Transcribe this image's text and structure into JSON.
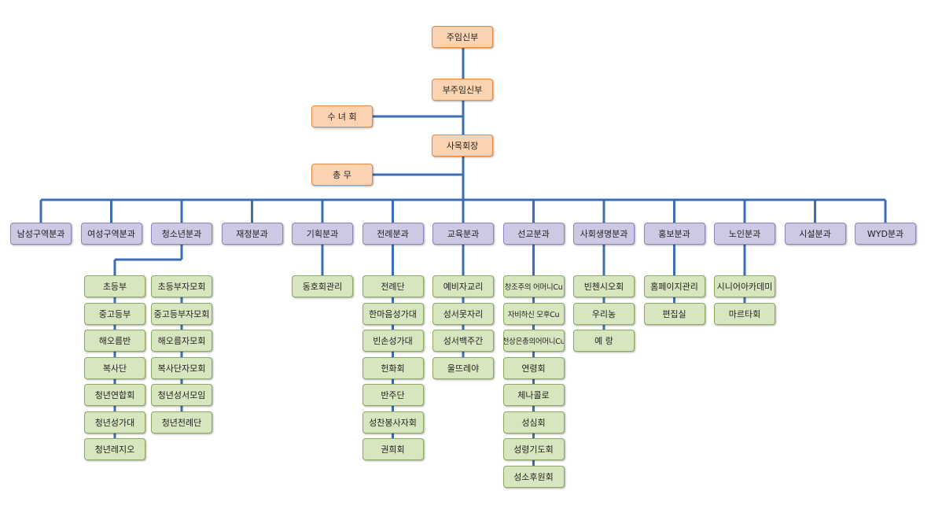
{
  "colors": {
    "line": "#3b6eb4",
    "leadership_fill": "#fbd3b0",
    "department_fill": "#cdc8e3",
    "group_fill": "#d8e6c0"
  },
  "leadership": {
    "pastor": "주임신부",
    "assistant_pastor": "부주임신부",
    "sisters": "수 녀 회",
    "council_president": "사목회장",
    "general_affairs": "총  무"
  },
  "departments": [
    {
      "name": "남성구역분과",
      "groups": []
    },
    {
      "name": "여성구역분과",
      "groups": []
    },
    {
      "name": "청소년분과",
      "groups": [
        "초등부",
        "중고등부",
        "해오름반",
        "복사단",
        "청년연합회",
        "청년성가대",
        "청년레지오"
      ],
      "groups2": [
        "초등부자모회",
        "중고등부자모회",
        "해오름자모회",
        "복사단자모회",
        "청년성서모임",
        "청년전례단"
      ]
    },
    {
      "name": "재정분과",
      "groups": []
    },
    {
      "name": "기획분과",
      "groups": [
        "동호회관리"
      ]
    },
    {
      "name": "전례분과",
      "groups": [
        "전례단",
        "한마음성가대",
        "빈손성가대",
        "헌화회",
        "반주단",
        "성찬봉사자회",
        "권희회"
      ]
    },
    {
      "name": "교육분과",
      "groups": [
        "예비자교리",
        "성서못자리",
        "성서백주간",
        "울뜨레야"
      ]
    },
    {
      "name": "선교분과",
      "groups": [
        "창조주의 어머니Cu",
        "자비하신 모후Cu",
        "천상은총의어머니Cu",
        "연령회",
        "체나콜로",
        "성심회",
        "성령기도회",
        "성소후원회"
      ]
    },
    {
      "name": "사회생명분과",
      "groups": [
        "빈첸시오회",
        "우리농",
        "예    랑"
      ]
    },
    {
      "name": "홍보분과",
      "groups": [
        "홈페이지관리",
        "편집실"
      ]
    },
    {
      "name": "노인분과",
      "groups": [
        "시니어아카데미",
        "마르타회"
      ]
    },
    {
      "name": "시설분과",
      "groups": []
    },
    {
      "name": "WYD분과",
      "groups": []
    }
  ]
}
